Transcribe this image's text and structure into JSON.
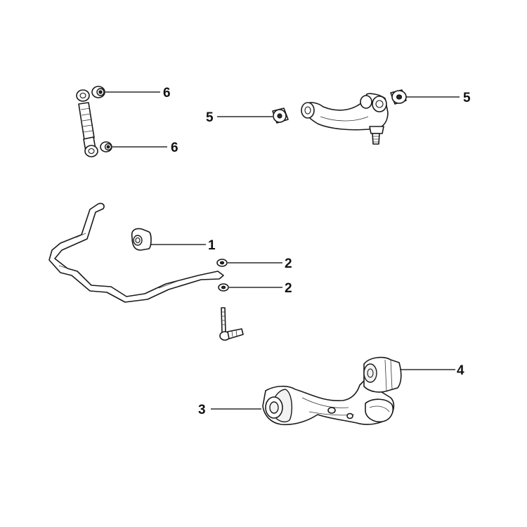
{
  "callouts": {
    "c1": "1",
    "c2a": "2",
    "c2b": "2",
    "c3": "3",
    "c4": "4",
    "c5a": "5",
    "c5b": "5",
    "c6a": "6",
    "c6b": "6"
  }
}
